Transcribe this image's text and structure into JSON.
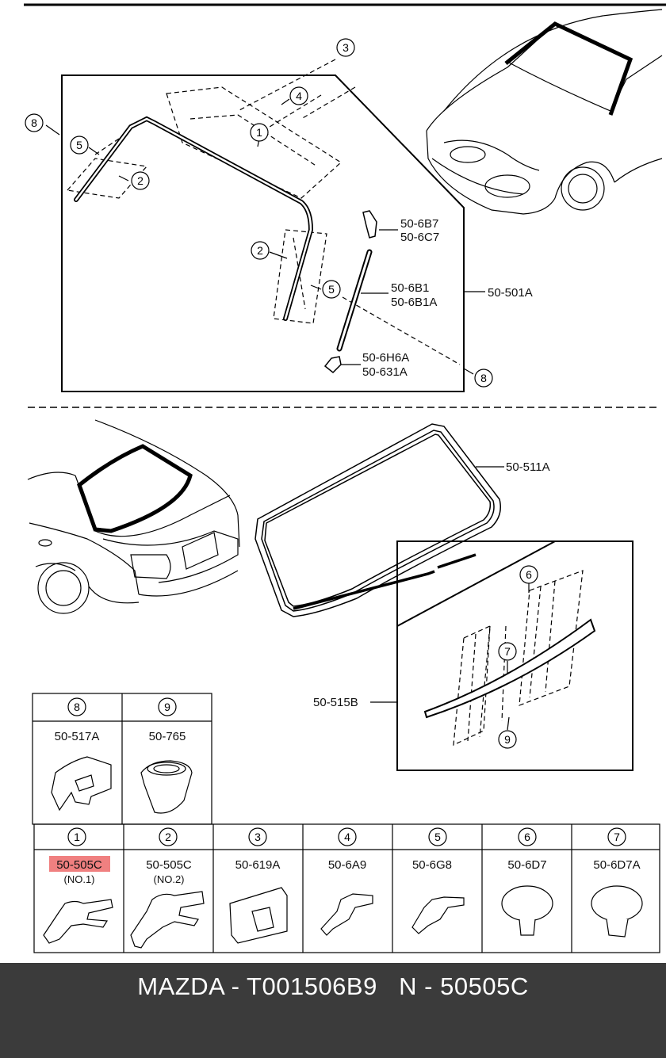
{
  "top_panel": {
    "callouts": [
      "3",
      "4",
      "8",
      "1",
      "5",
      "2",
      "2",
      "5",
      "8"
    ],
    "labels": {
      "l_6b7": "50-6B7",
      "l_6c7": "50-6C7",
      "l_6b1": "50-6B1",
      "l_6b1a": "50-6B1A",
      "l_501a": "50-501A",
      "l_6h6a": "50-6H6A",
      "l_631a": "50-631A"
    }
  },
  "bottom_panel": {
    "labels": {
      "l_511a": "50-511A",
      "l_515b": "50-515B"
    },
    "callouts": [
      "6",
      "7",
      "9"
    ]
  },
  "parts_grid": {
    "row1": [
      {
        "num": "8",
        "code": "50-517A"
      },
      {
        "num": "9",
        "code": "50-765"
      }
    ],
    "row2": [
      {
        "num": "1",
        "code": "50-505C",
        "sub": "(NO.1)"
      },
      {
        "num": "2",
        "code": "50-505C",
        "sub": "(NO.2)"
      },
      {
        "num": "3",
        "code": "50-619A"
      },
      {
        "num": "4",
        "code": "50-6A9"
      },
      {
        "num": "5",
        "code": "50-6G8"
      },
      {
        "num": "6",
        "code": "50-6D7"
      },
      {
        "num": "7",
        "code": "50-6D7A"
      }
    ]
  },
  "highlight_color": "#f08080",
  "footer": {
    "text": "MAZDA - T001506B9   N - 50505C"
  }
}
